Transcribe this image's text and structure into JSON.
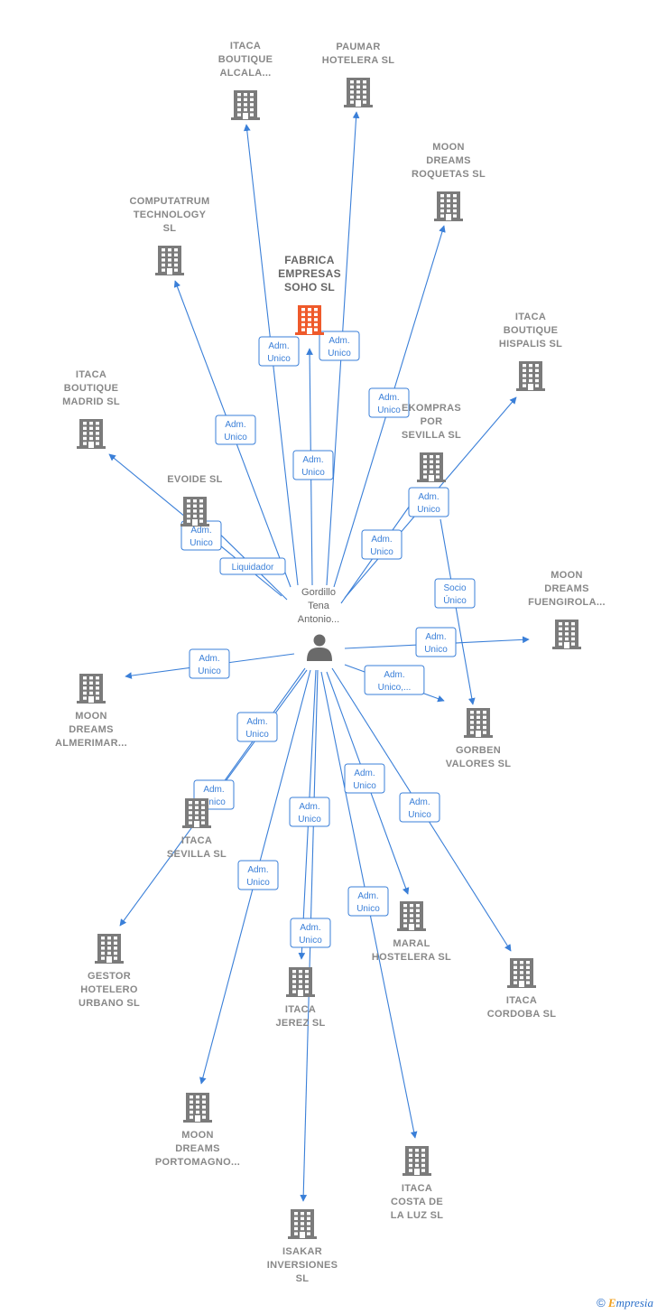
{
  "colors": {
    "edge": "#3a7fd8",
    "building": "#7b7b7b",
    "focus_building": "#ef5a2b",
    "person": "#6a6a6a"
  },
  "person": {
    "lines": [
      "Gordillo",
      "Tena",
      "Antonio..."
    ],
    "icon": "person-icon"
  },
  "nodes": [
    {
      "id": "itaca_alcala",
      "lines": [
        "ITACA",
        "BOUTIQUE",
        "ALCALA..."
      ]
    },
    {
      "id": "paumar",
      "lines": [
        "PAUMAR",
        "HOTELERA  SL"
      ]
    },
    {
      "id": "moon_roquetas",
      "lines": [
        "MOON",
        "DREAMS",
        "ROQUETAS  SL"
      ]
    },
    {
      "id": "computatrum",
      "lines": [
        "COMPUTATRUM",
        "TECHNOLOGY",
        "SL"
      ]
    },
    {
      "id": "fabrica",
      "lines": [
        "FABRICA",
        "EMPRESAS",
        "SOHO  SL"
      ],
      "focus": true
    },
    {
      "id": "itaca_hispalis",
      "lines": [
        "ITACA",
        "BOUTIQUE",
        "HISPALIS  SL"
      ]
    },
    {
      "id": "itaca_madrid",
      "lines": [
        "ITACA",
        "BOUTIQUE",
        "MADRID  SL"
      ]
    },
    {
      "id": "ekompras",
      "lines": [
        "EKOMPRAS",
        "POR",
        "SEVILLA SL"
      ]
    },
    {
      "id": "evoide",
      "lines": [
        "EVOIDE  SL"
      ]
    },
    {
      "id": "moon_fuengirola",
      "lines": [
        "MOON",
        "DREAMS",
        "FUENGIROLA..."
      ]
    },
    {
      "id": "moon_almerimar",
      "lines": [
        "MOON",
        "DREAMS",
        "ALMERIMAR..."
      ]
    },
    {
      "id": "gorben",
      "lines": [
        "GORBEN",
        "VALORES  SL"
      ]
    },
    {
      "id": "itaca_sevilla",
      "lines": [
        "ITACA",
        "SEVILLA  SL"
      ]
    },
    {
      "id": "gestor",
      "lines": [
        "GESTOR",
        "HOTELERO",
        "URBANO  SL"
      ]
    },
    {
      "id": "maral",
      "lines": [
        "MARAL",
        "HOSTELERA SL"
      ]
    },
    {
      "id": "itaca_jerez",
      "lines": [
        "ITACA",
        "JEREZ  SL"
      ]
    },
    {
      "id": "itaca_cordoba",
      "lines": [
        "ITACA",
        "CORDOBA  SL"
      ]
    },
    {
      "id": "moon_portomagno",
      "lines": [
        "MOON",
        "DREAMS",
        "PORTOMAGNO..."
      ]
    },
    {
      "id": "itaca_costa",
      "lines": [
        "ITACA",
        "COSTA DE",
        "LA LUZ  SL"
      ]
    },
    {
      "id": "isakar",
      "lines": [
        "ISAKAR",
        "INVERSIONES",
        "SL"
      ]
    }
  ],
  "edges": [
    {
      "to": "itaca_alcala",
      "label": [
        "Adm.",
        "Unico"
      ]
    },
    {
      "to": "paumar",
      "label": [
        "Adm.",
        "Unico"
      ]
    },
    {
      "to": "moon_roquetas",
      "label": [
        "Adm.",
        "Unico"
      ]
    },
    {
      "to": "computatrum",
      "label": [
        "Adm.",
        "Unico"
      ]
    },
    {
      "to": "fabrica",
      "label": [
        "Adm.",
        "Unico"
      ]
    },
    {
      "to": "itaca_hispalis",
      "label": [
        "Adm.",
        "Unico"
      ]
    },
    {
      "to": "itaca_madrid",
      "label": [
        "Adm.",
        "Unico"
      ]
    },
    {
      "to": "evoide",
      "label": [
        "Liquidador"
      ]
    },
    {
      "to": "ekompras",
      "label": [
        "Adm.",
        "Unico"
      ]
    },
    {
      "to": "moon_fuengirola",
      "label": [
        "Adm.",
        "Unico"
      ]
    },
    {
      "to": "moon_almerimar",
      "label": [
        "Adm.",
        "Unico"
      ]
    },
    {
      "to": "gorben",
      "label": [
        "Adm.",
        "Unico,..."
      ]
    },
    {
      "from": "ekompras",
      "to": "gorben",
      "label": [
        "Socio",
        "Único"
      ]
    },
    {
      "to": "itaca_sevilla",
      "label": [
        "Adm.",
        "Unico"
      ]
    },
    {
      "to": "gestor",
      "label": [
        "Adm.",
        "Unico"
      ]
    },
    {
      "to": "maral",
      "label": [
        "Adm.",
        "Unico"
      ]
    },
    {
      "to": "itaca_jerez",
      "label": [
        "Adm.",
        "Unico"
      ]
    },
    {
      "to": "itaca_cordoba",
      "label": [
        "Adm.",
        "Unico"
      ]
    },
    {
      "to": "moon_portomagno",
      "label": [
        "Adm.",
        "Unico"
      ]
    },
    {
      "to": "itaca_costa",
      "label": [
        "Adm.",
        "Unico"
      ]
    },
    {
      "to": "isakar",
      "label": [
        "Adm.",
        "Unico"
      ]
    }
  ],
  "footer": {
    "copyright": "©",
    "brand_initial": "E",
    "brand_rest": "mpresia"
  }
}
